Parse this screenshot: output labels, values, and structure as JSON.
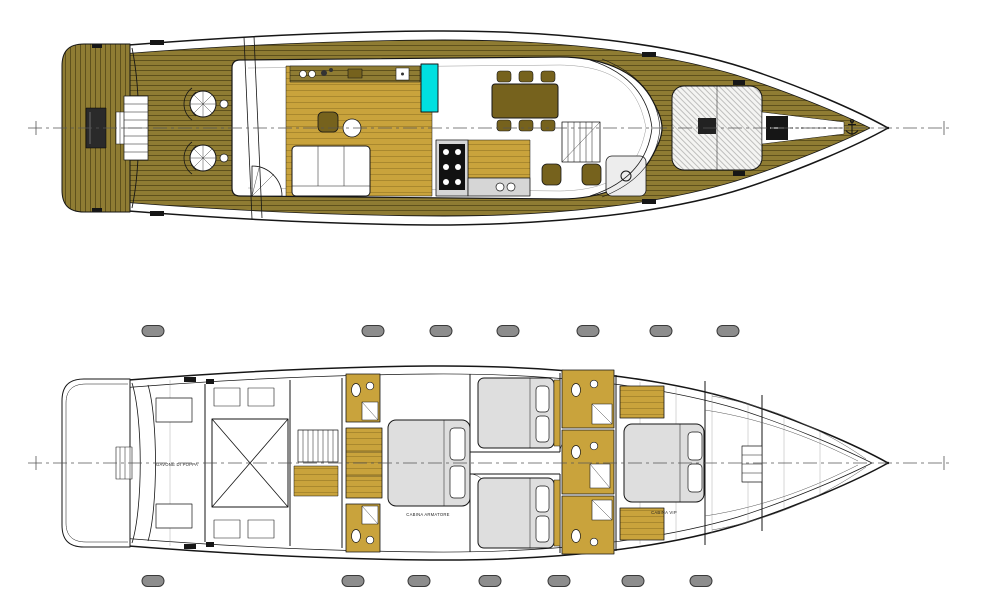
{
  "document": {
    "type": "yacht-general-arrangement",
    "background": "#ffffff"
  },
  "colors": {
    "wood": "#8f7c33",
    "woodLine": "#4a3e12",
    "floorGold": "#c9a33c",
    "floorGoldLine": "#8a6d1f",
    "furnitureBrown": "#76621d",
    "cyan": "#00dfe0",
    "counterGray": "#d6d6d6",
    "ovalGray": "#8d8d8d",
    "bedGray": "#dedede",
    "line": "#161616"
  },
  "lower_deck": {
    "labels": {
      "owner_cabin": "CABINA ARMATORE",
      "vip_cabin": "CABINA VIP",
      "stern_locker": "GAVONE DI POPPA"
    }
  }
}
